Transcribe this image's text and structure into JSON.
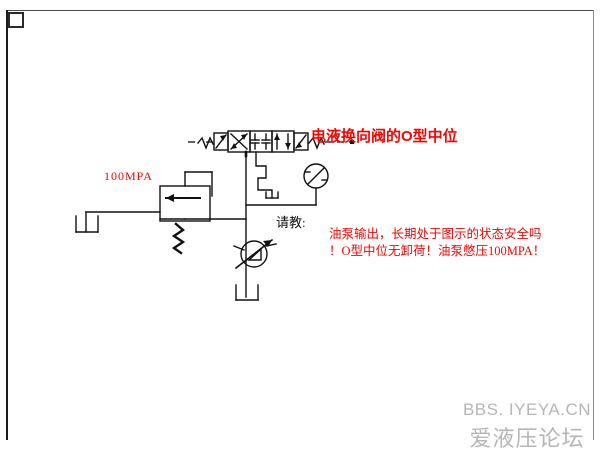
{
  "document": {
    "type": "hydraulic-schematic",
    "background": "#ffffff",
    "frame_color": "#1a1a1a",
    "line_color": "#111111"
  },
  "annotations": {
    "title_red": "电液换向阀的O型中位",
    "title_red_color": "#fe0000",
    "pressure_label": "100MPA",
    "pressure_label_color": "#fe0000",
    "question_label": "请教:",
    "question_label_color": "#111111",
    "note_line1": "油泵输出，长期处于图示的状态安全吗",
    "note_line2": "！O型中位无卸荷！油泵憋压100MPA！",
    "note_color": "#fe0000"
  },
  "components": {
    "directional_valve": {
      "name": "电液换向阀",
      "center_position": "O型中位",
      "positions": 3
    },
    "pressure_gauge": {
      "name": "压力表"
    },
    "pump": {
      "name": "油泵"
    },
    "relief_valve": {
      "name": "溢流阀"
    },
    "tank": {
      "name": "油箱"
    }
  },
  "watermark": {
    "english": "BBS. IYEYA.CN",
    "chinese": "爱液压论坛",
    "color": "#b6b6b6"
  }
}
